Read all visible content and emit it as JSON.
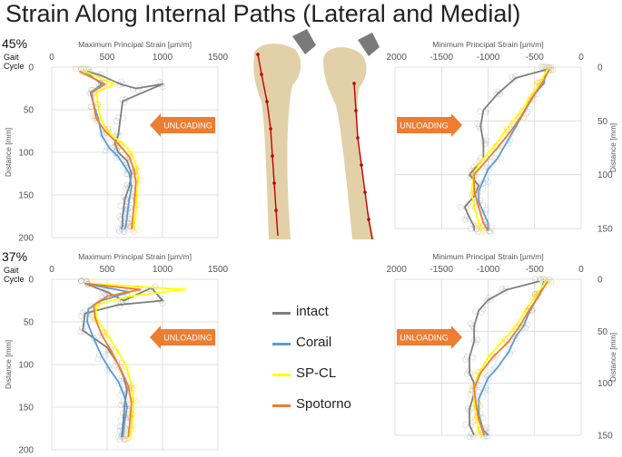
{
  "title": "Strain Along Internal Paths (Lateral and Medial)",
  "panels_meta": [
    {
      "pct": "45%",
      "gait": [
        "Gait",
        "Cycle"
      ]
    },
    {
      "pct": "37%",
      "gait": [
        "Gait",
        "Cycle"
      ]
    }
  ],
  "unloading_label": "UNLOADING",
  "legend": {
    "intact": "intact",
    "corail": "Corail",
    "spcl": "SP-CL",
    "spotorno": "Spotorno"
  },
  "colors": {
    "intact": "#7f7f7f",
    "corail": "#5b9bd5",
    "spcl": "#ffff00",
    "spotorno": "#ed7d31",
    "arrow": "#ed7d31",
    "bone": "#e2d0a8",
    "path": "#c00000"
  },
  "chart_data": [
    {
      "type": "line",
      "xlabel": "Maximum Principal Strain [µm/m]",
      "ylabel": "Distance [mm]",
      "xlim": [
        0,
        1500
      ],
      "ylim": [
        0,
        200
      ],
      "xticks": [
        "0",
        "500",
        "1000",
        "1500"
      ],
      "yticks": [
        "0",
        "50",
        "100",
        "150",
        "200"
      ],
      "grid": true,
      "series": [
        {
          "name": "intact",
          "x": [
            320,
            450,
            620,
            760,
            1000,
            640,
            620,
            600,
            570,
            600,
            680,
            720,
            700,
            660,
            650,
            640,
            640,
            630
          ],
          "y": [
            5,
            10,
            20,
            25,
            20,
            40,
            60,
            80,
            90,
            100,
            110,
            125,
            140,
            155,
            165,
            175,
            185,
            190
          ]
        },
        {
          "name": "Corail",
          "x": [
            300,
            450,
            350,
            380,
            420,
            450,
            520,
            600,
            650,
            700,
            720,
            700,
            690,
            680,
            670,
            660
          ],
          "y": [
            5,
            20,
            30,
            45,
            60,
            80,
            95,
            105,
            115,
            125,
            140,
            155,
            165,
            175,
            185,
            190
          ]
        },
        {
          "name": "SP-CL",
          "x": [
            300,
            560,
            400,
            420,
            440,
            500,
            640,
            720,
            760,
            780,
            770,
            760,
            760,
            750,
            740
          ],
          "y": [
            5,
            20,
            30,
            45,
            60,
            75,
            90,
            100,
            115,
            130,
            145,
            160,
            170,
            180,
            190
          ]
        },
        {
          "name": "Spotorno",
          "x": [
            250,
            480,
            360,
            380,
            400,
            480,
            600,
            700,
            740,
            760,
            750,
            740,
            730,
            720
          ],
          "y": [
            5,
            20,
            30,
            45,
            60,
            75,
            90,
            105,
            120,
            135,
            150,
            165,
            180,
            190
          ]
        }
      ]
    },
    {
      "type": "line",
      "xlabel": "Minimum Principal Strain [µm/m]",
      "ylabel": "Distance [mm]",
      "xlim": [
        -2000,
        0
      ],
      "ylim": [
        0,
        150
      ],
      "xticks": [
        "-2000",
        "-1500",
        "-1000",
        "-500",
        "0"
      ],
      "yticks": [
        "0",
        "50",
        "100",
        "150"
      ],
      "grid": true,
      "series": [
        {
          "name": "intact",
          "x": [
            -360,
            -700,
            -900,
            -1050,
            -1080,
            -1050,
            -1050,
            -1150,
            -1200,
            -1100,
            -1150,
            -1250,
            -1200,
            -1150,
            -1150
          ],
          "y": [
            2,
            10,
            25,
            40,
            55,
            70,
            85,
            95,
            100,
            110,
            120,
            130,
            140,
            148,
            152
          ]
        },
        {
          "name": "Corail",
          "x": [
            -380,
            -400,
            -500,
            -600,
            -700,
            -800,
            -900,
            -1000,
            -1050,
            -1100,
            -1100,
            -1050,
            -1000,
            -1000
          ],
          "y": [
            2,
            15,
            25,
            40,
            55,
            70,
            85,
            95,
            105,
            115,
            125,
            135,
            145,
            152
          ]
        },
        {
          "name": "SP-CL",
          "x": [
            -360,
            -450,
            -560,
            -680,
            -820,
            -950,
            -1100,
            -1150,
            -1180,
            -1150,
            -1100,
            -1080
          ],
          "y": [
            2,
            15,
            30,
            45,
            60,
            75,
            90,
            100,
            115,
            130,
            145,
            152
          ]
        },
        {
          "name": "Spotorno",
          "x": [
            -340,
            -420,
            -540,
            -640,
            -760,
            -900,
            -1050,
            -1150,
            -1150,
            -1100,
            -1050,
            -1000
          ],
          "y": [
            2,
            15,
            30,
            45,
            60,
            75,
            90,
            100,
            115,
            130,
            145,
            152
          ]
        }
      ]
    },
    {
      "type": "line",
      "xlabel": "Maximum Principal Strain [µm/m]",
      "ylabel": "Distance [mm]",
      "xlim": [
        0,
        1500
      ],
      "ylim": [
        0,
        200
      ],
      "xticks": [
        "0",
        "500",
        "1000",
        "1500"
      ],
      "yticks": [
        "0",
        "50",
        "100",
        "150",
        "200"
      ],
      "grid": true,
      "series": [
        {
          "name": "intact",
          "x": [
            300,
            500,
            650,
            900,
            1000,
            600,
            300,
            280,
            500,
            600,
            650,
            680,
            660,
            650,
            640,
            630
          ],
          "y": [
            5,
            15,
            25,
            10,
            25,
            30,
            40,
            60,
            80,
            100,
            115,
            130,
            145,
            160,
            175,
            185
          ]
        },
        {
          "name": "Corail",
          "x": [
            300,
            700,
            450,
            330,
            320,
            380,
            450,
            520,
            600,
            650,
            680,
            660,
            650,
            640
          ],
          "y": [
            5,
            15,
            25,
            35,
            50,
            70,
            90,
            105,
            120,
            135,
            150,
            165,
            175,
            185
          ]
        },
        {
          "name": "SP-CL",
          "x": [
            350,
            1200,
            700,
            400,
            400,
            500,
            600,
            680,
            720,
            740,
            730,
            720,
            710
          ],
          "y": [
            5,
            12,
            20,
            30,
            45,
            65,
            85,
            105,
            125,
            145,
            160,
            175,
            185
          ]
        },
        {
          "name": "Spotorno",
          "x": [
            300,
            800,
            500,
            380,
            390,
            450,
            540,
            620,
            690,
            720,
            710,
            700,
            690
          ],
          "y": [
            5,
            12,
            20,
            30,
            45,
            65,
            85,
            105,
            125,
            145,
            160,
            175,
            185
          ]
        }
      ]
    },
    {
      "type": "line",
      "xlabel": "Minimum Principal Strain [µm/m]",
      "ylabel": "Distance [mm]",
      "xlim": [
        -2000,
        0
      ],
      "ylim": [
        0,
        150
      ],
      "xticks": [
        "-2000",
        "-1500",
        "-1000",
        "-500",
        "0"
      ],
      "yticks": [
        "0",
        "50",
        "100",
        "150"
      ],
      "grid": true,
      "series": [
        {
          "name": "intact",
          "x": [
            -450,
            -800,
            -1000,
            -1100,
            -1150,
            -1150,
            -1200,
            -1200,
            -1150,
            -1150,
            -1200,
            -1200,
            -1150
          ],
          "y": [
            2,
            10,
            20,
            30,
            45,
            60,
            75,
            90,
            100,
            110,
            125,
            140,
            150
          ]
        },
        {
          "name": "Corail",
          "x": [
            -400,
            -450,
            -550,
            -620,
            -700,
            -780,
            -900,
            -1000,
            -1050,
            -1100,
            -1100,
            -1050,
            -1000
          ],
          "y": [
            2,
            15,
            30,
            45,
            55,
            70,
            85,
            95,
            105,
            115,
            130,
            145,
            150
          ]
        },
        {
          "name": "SP-CL",
          "x": [
            -380,
            -480,
            -600,
            -700,
            -850,
            -1000,
            -1100,
            -1150,
            -1150,
            -1120,
            -1100,
            -1080
          ],
          "y": [
            2,
            15,
            30,
            45,
            60,
            75,
            90,
            105,
            120,
            135,
            145,
            150
          ]
        },
        {
          "name": "Spotorno",
          "x": [
            -360,
            -450,
            -560,
            -660,
            -780,
            -950,
            -1080,
            -1150,
            -1130,
            -1100,
            -1060,
            -1040
          ],
          "y": [
            2,
            15,
            30,
            45,
            60,
            75,
            90,
            105,
            120,
            135,
            145,
            150
          ]
        }
      ]
    }
  ]
}
